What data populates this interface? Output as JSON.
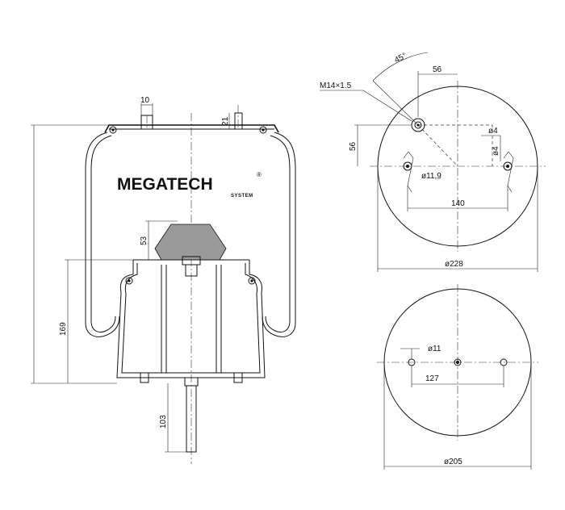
{
  "brand": {
    "name": "MEGATECH",
    "registered": "®",
    "subtitle": "SYSTEM"
  },
  "side_view": {
    "dims": {
      "top_width": "10",
      "top_height": "21",
      "piston_height": "53",
      "body_height": "169",
      "stud_length": "103"
    }
  },
  "top_view": {
    "dims": {
      "angle": "45°",
      "thread": "M14×1.5",
      "offset_x": "56",
      "offset_y": "56",
      "pin_dia_h": "ø4",
      "pin_dia_v": "ø4",
      "hole_dia": "ø11,9",
      "bolt_spacing": "140",
      "diameter": "ø228"
    }
  },
  "bottom_view": {
    "dims": {
      "hole_dia": "ø11",
      "bolt_spacing": "127",
      "diameter": "ø205"
    }
  }
}
